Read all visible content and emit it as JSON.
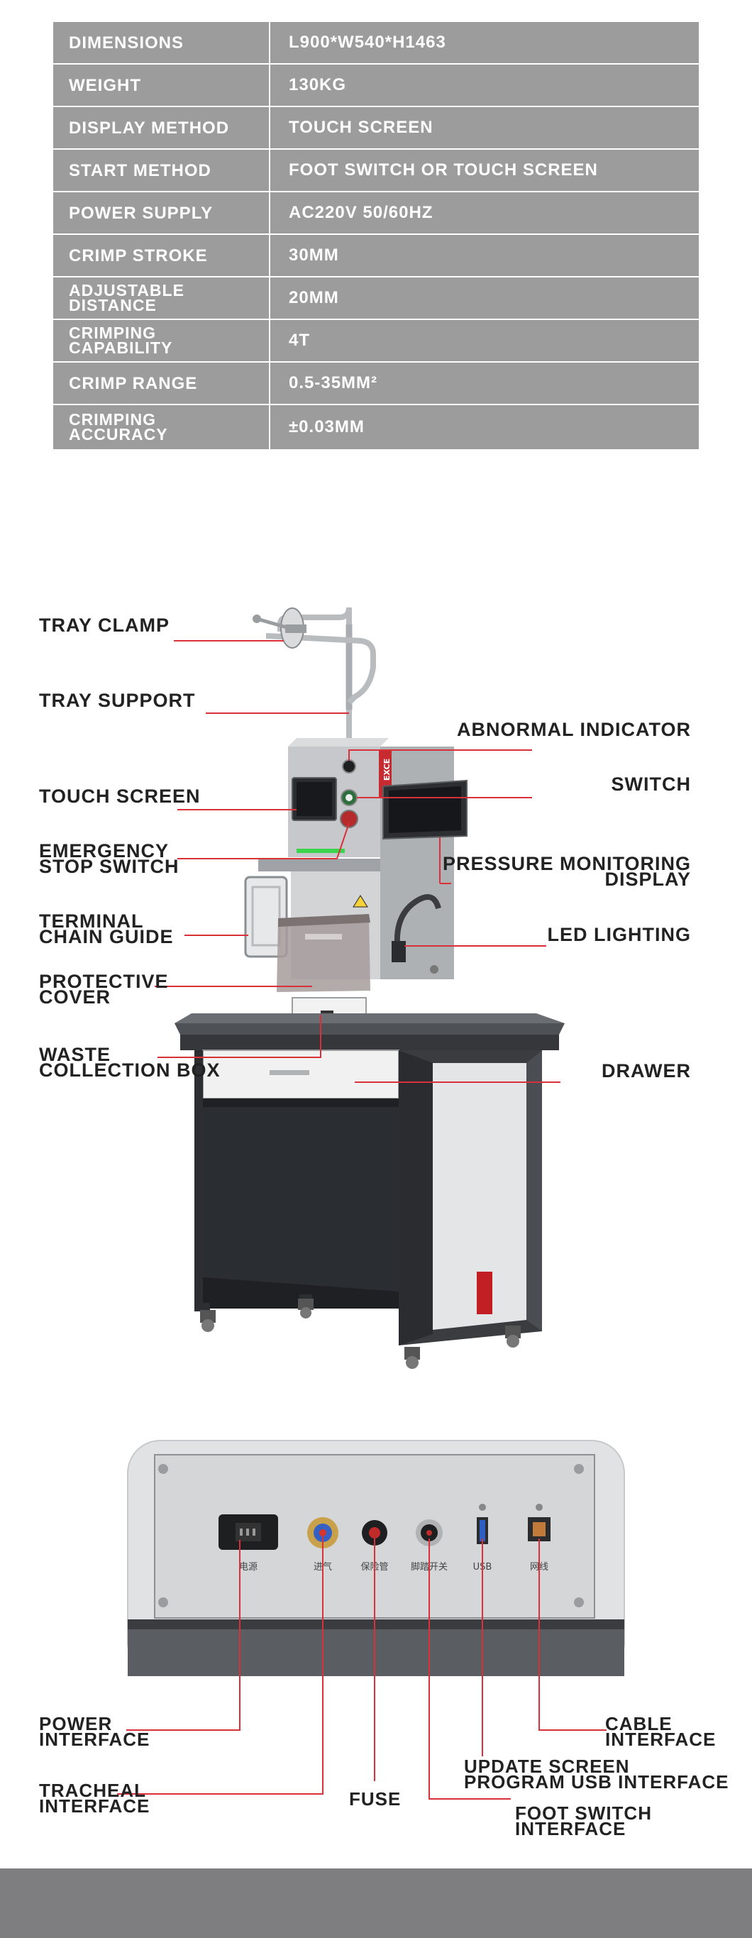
{
  "specs": [
    {
      "label": "DIMENSIONS",
      "value": "L900*W540*H1463"
    },
    {
      "label": "WEIGHT",
      "value": "130KG"
    },
    {
      "label": "DISPLAY METHOD",
      "value": "TOUCH SCREEN"
    },
    {
      "label": "START METHOD",
      "value": "FOOT SWITCH OR TOUCH SCREEN"
    },
    {
      "label": "POWER SUPPLY",
      "value": "AC220V 50/60HZ"
    },
    {
      "label": "CRIMP STROKE",
      "value": "30MM"
    },
    {
      "label_line1": "ADJUSTABLE",
      "label_line2": "DISTANCE",
      "value": "20MM"
    },
    {
      "label_line1": "CRIMPING",
      "label_line2": "CAPABILITY",
      "value": "4T"
    },
    {
      "label": "CRIMP RANGE",
      "value": "0.5-35MM²"
    },
    {
      "label_line1": "CRIMPING",
      "label_line2": "ACCURACY",
      "value": "±0.03MM"
    }
  ],
  "machine_callouts": {
    "tray_clamp": "TRAY CLAMP",
    "tray_support": "TRAY SUPPORT",
    "abnormal_indicator": "ABNORMAL INDICATOR",
    "touch_screen": "TOUCH SCREEN",
    "switch": "SWITCH",
    "emergency_line1": "EMERGENCY",
    "emergency_line2": "STOP SWITCH",
    "pressure_line1": "PRESSURE MONITORING",
    "pressure_line2": "DISPLAY",
    "terminal_line1": "TERMINAL",
    "terminal_line2": "CHAIN GUIDE",
    "led_lighting": "LED LIGHTING",
    "protective_line1": "PROTECTIVE",
    "protective_line2": "COVER",
    "waste_line1": "WASTE",
    "waste_line2": "COLLECTION BOX",
    "drawer": "DRAWER",
    "brand_mark": "EXCE"
  },
  "panel_callouts": {
    "power_line1": "POWER",
    "power_line2": "INTERFACE",
    "tracheal_line1": "TRACHEAL",
    "tracheal_line2": "INTERFACE",
    "fuse": "FUSE",
    "update_line1": "UPDATE SCREEN",
    "update_line2": "PROGRAM USB INTERFACE",
    "cable_line1": "CABLE",
    "cable_line2": "INTERFACE",
    "foot_line1": "FOOT SWITCH",
    "foot_line2": "INTERFACE"
  },
  "panel_port_labels": [
    "电源",
    "进气",
    "保险管",
    "脚踏开关",
    "USB",
    "网线"
  ],
  "colors": {
    "table_bg": "#9c9c9c",
    "callout_line": "#d9303a",
    "cabinet_dark": "#3b3d42",
    "machine_silver": "#c9cbcd",
    "footer_band": "#7e7e80"
  }
}
